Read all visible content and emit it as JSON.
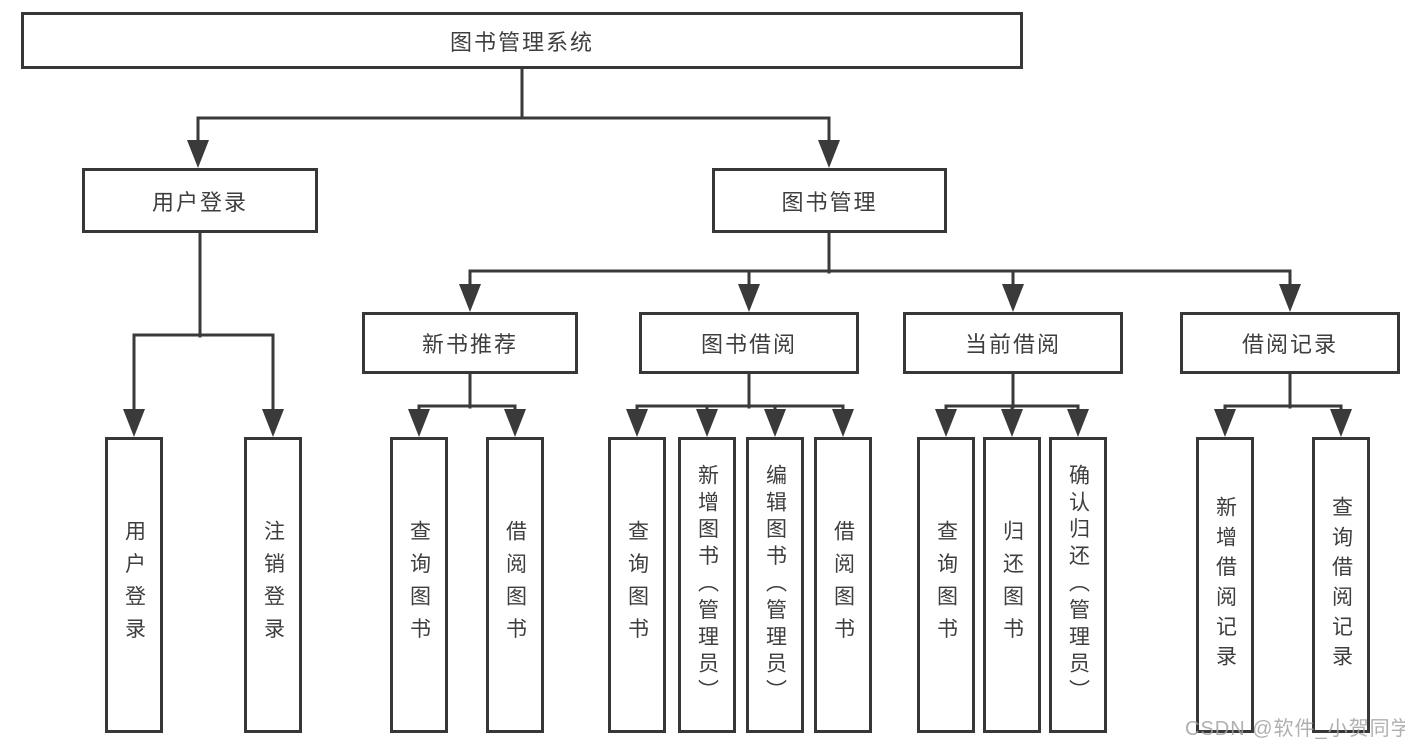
{
  "colors": {
    "line": "#3a3a3a",
    "border": "#373737",
    "text": "#3e3e3e",
    "watermark": "#a3a3a3",
    "background": "#ffffff"
  },
  "tree": {
    "root": {
      "label": "图书管理系统"
    },
    "level2": {
      "user_login": {
        "label": "用户登录"
      },
      "book_mgmt": {
        "label": "图书管理"
      }
    },
    "level3": {
      "new_books": {
        "label": "新书推荐"
      },
      "borrowing": {
        "label": "图书借阅"
      },
      "current": {
        "label": "当前借阅"
      },
      "records": {
        "label": "借阅记录"
      }
    },
    "leaves": {
      "user_login": {
        "label": "用户登录"
      },
      "logout": {
        "label": "注销登录"
      },
      "query_books_recommend": {
        "label": "查询图书"
      },
      "borrow_books_recommend": {
        "label": "借阅图书"
      },
      "query_books_borrowing": {
        "label": "查询图书"
      },
      "add_book_admin": {
        "label": "新增图书（管理员）"
      },
      "edit_book_admin": {
        "label": "编辑图书（管理员）"
      },
      "borrow_books_borrowing": {
        "label": "借阅图书"
      },
      "query_books_current": {
        "label": "查询图书"
      },
      "return_book": {
        "label": "归还图书"
      },
      "confirm_return_admin": {
        "label": "确认归还（管理员）"
      },
      "add_borrow_record": {
        "label": "新增借阅记录"
      },
      "query_borrow_record": {
        "label": "查询借阅记录"
      }
    }
  },
  "watermark": "CSDN @软件_小贺同学"
}
